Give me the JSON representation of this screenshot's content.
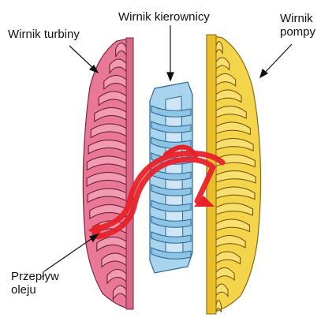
{
  "labels": {
    "turbine": "Wirnik turbiny",
    "stator": "Wirnik kierownicy",
    "pump_line1": "Wirnik",
    "pump_line2": "pompy",
    "flow_line1": "Przepływ",
    "flow_line2": "oleju"
  },
  "colors": {
    "turbine": "#e87896",
    "turbine_dark": "#b84a68",
    "stator": "#a8d4ee",
    "stator_dark": "#4a88b8",
    "pump": "#f4d44a",
    "pump_dark": "#b8941a",
    "flow": "#e8222a"
  }
}
